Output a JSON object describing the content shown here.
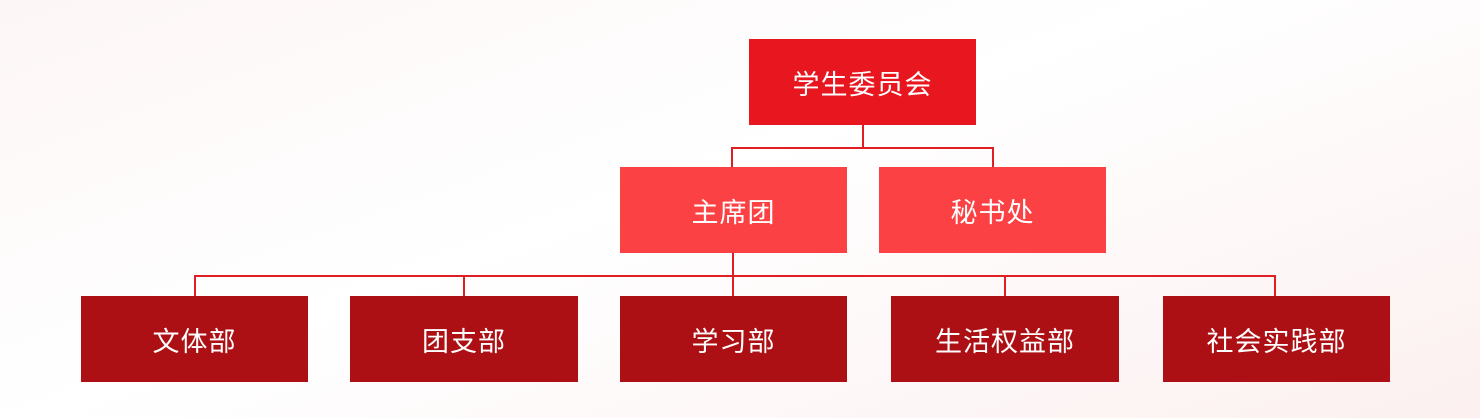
{
  "org_chart": {
    "root": {
      "label": "学生委员会"
    },
    "level1": [
      {
        "label": "主席团"
      },
      {
        "label": "秘书处"
      }
    ],
    "level2": [
      {
        "label": "文体部"
      },
      {
        "label": "团支部"
      },
      {
        "label": "学习部"
      },
      {
        "label": "生活权益部"
      },
      {
        "label": "社会实践部"
      }
    ]
  },
  "colors": {
    "root": "#e8161e",
    "level1": "#fc4144",
    "level2": "#ad1014",
    "connector": "#e01f25"
  }
}
